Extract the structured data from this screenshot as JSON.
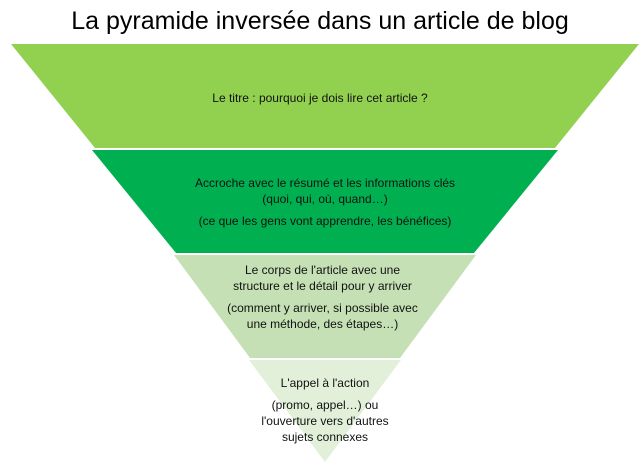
{
  "title": "La pyramide inversée dans un article de blog",
  "colors": {
    "level1": "#92d050",
    "level2": "#00b050",
    "level3": "#c5e0b4",
    "level4": "#e2f0d9"
  },
  "levels": [
    {
      "lines": [
        "Le titre : pourquoi je dois lire cet article ?"
      ]
    },
    {
      "lines": [
        "Accroche avec le résumé et les informations clés (quoi, qui, où, quand…)",
        "(ce que les gens vont apprendre, les bénéfices)"
      ]
    },
    {
      "lines": [
        "Le corps de l'article avec une structure et le détail pour y arriver",
        "(comment y arriver, si possible avec une méthode, des étapes…)"
      ]
    },
    {
      "lines": [
        "L'appel à l'action",
        "(promo, appel…) ou l'ouverture vers d'autres sujets connexes"
      ]
    }
  ]
}
